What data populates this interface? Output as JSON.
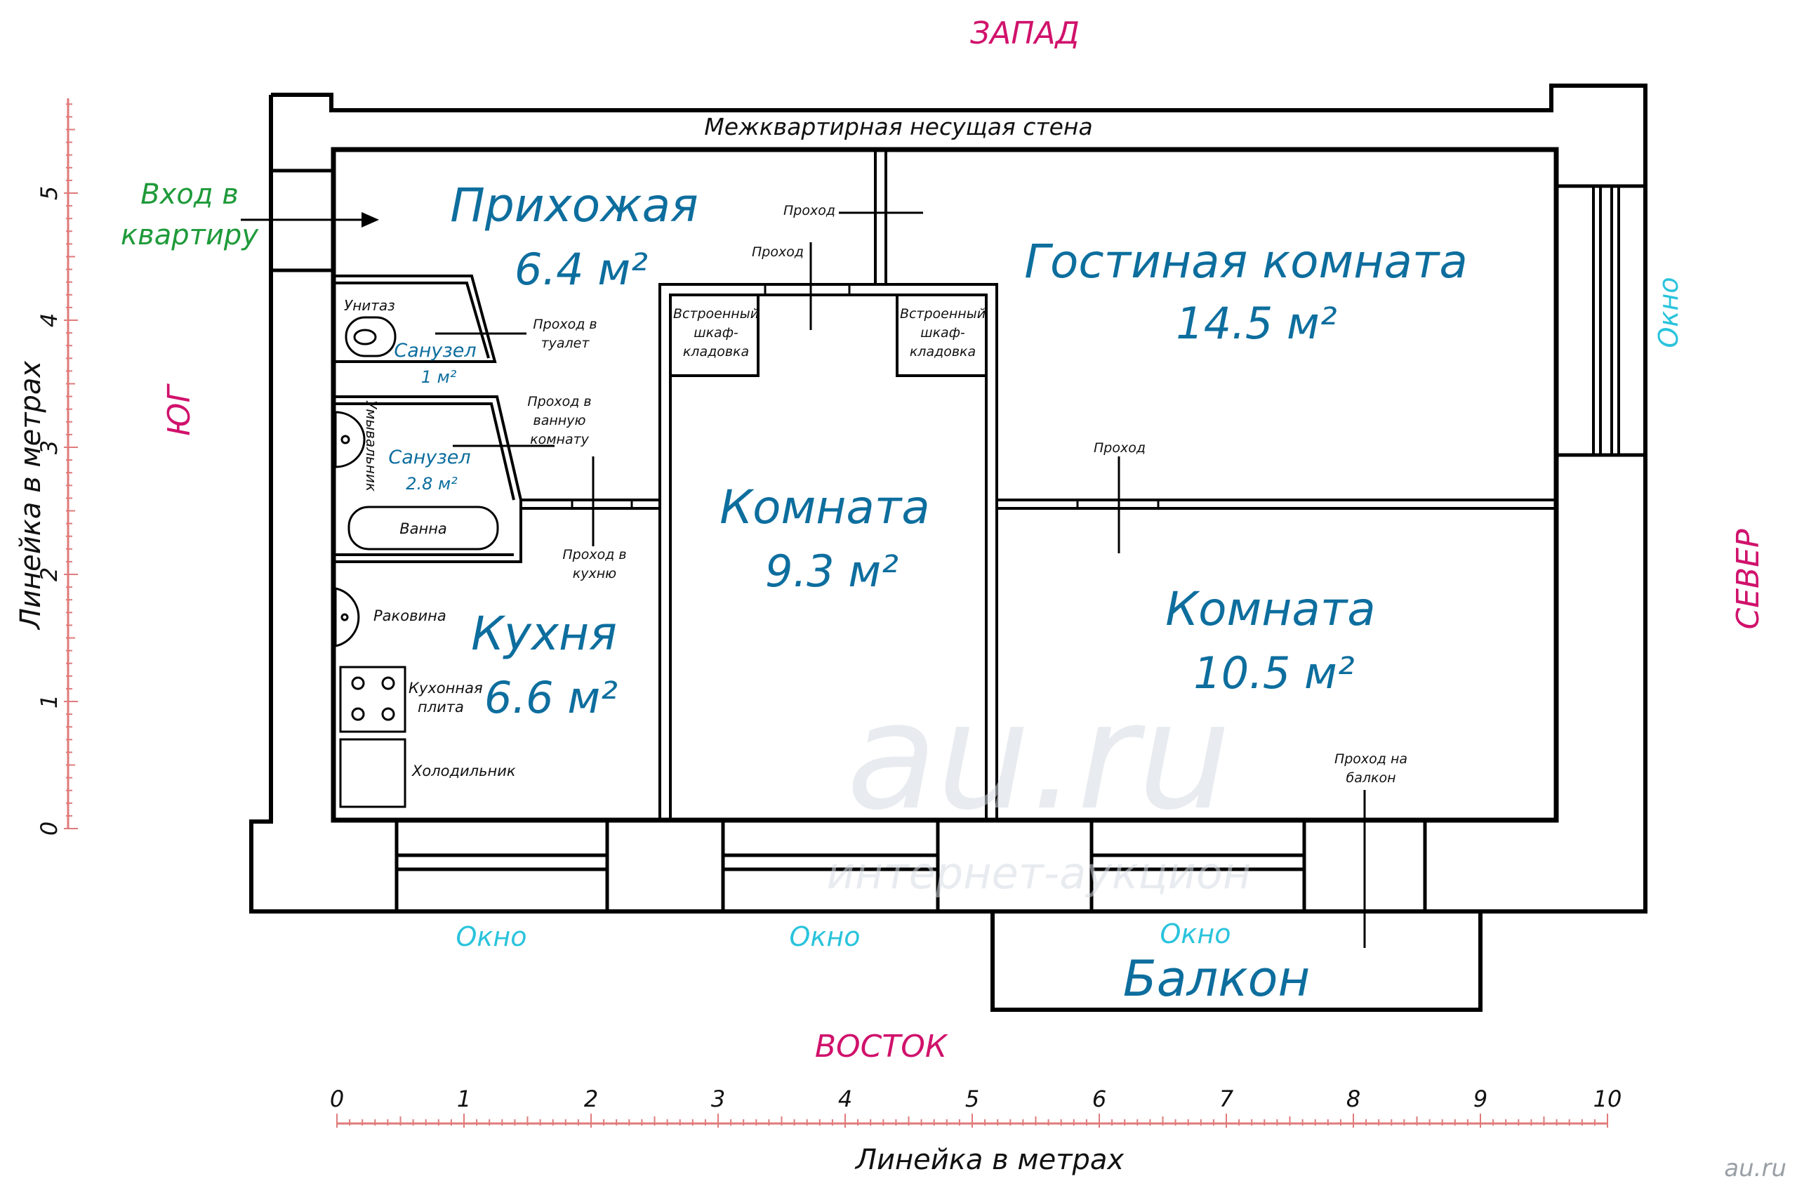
{
  "directions": {
    "west": "ЗАПАД",
    "east": "ВОСТОК",
    "south": "ЮГ",
    "north": "СЕВЕР"
  },
  "bearing_wall": "Межквартирная несущая стена",
  "entrance": {
    "line1": "Вход в",
    "line2": "квартиру"
  },
  "rooms": {
    "hallway": {
      "name": "Прихожая",
      "area": "6.4 м²"
    },
    "living": {
      "name": "Гостиная комната",
      "area": "14.5 м²"
    },
    "room_mid": {
      "name": "Комната",
      "area": "9.3 м²"
    },
    "kitchen": {
      "name": "Кухня",
      "area": "6.6 м²"
    },
    "room_right": {
      "name": "Комната",
      "area": "10.5 м²"
    },
    "toilet": {
      "name": "Санузел",
      "area": "1 м²"
    },
    "bathroom": {
      "name": "Санузел",
      "area": "2.8 м²"
    },
    "balcony": {
      "name": "Балкон"
    }
  },
  "fixtures": {
    "toilet_bowl": "Унитаз",
    "washbasin": "Умывальник",
    "bathtub": "Ванна",
    "sink": "Раковина",
    "stove": {
      "line1": "Кухонная",
      "line2": "плита"
    },
    "fridge": "Холодильник",
    "closet_left": {
      "line1": "Встроенный",
      "line2": "шкаф-",
      "line3": "кладовка"
    },
    "closet_right": {
      "line1": "Встроенный",
      "line2": "шкаф-",
      "line3": "кладовка"
    }
  },
  "passages": {
    "top": "Проход",
    "hall": "Проход",
    "to_toilet": {
      "line1": "Проход в",
      "line2": "туалет"
    },
    "to_bathroom": {
      "line1": "Проход в",
      "line2": "ванную",
      "line3": "комнату"
    },
    "to_kitchen": {
      "line1": "Проход в",
      "line2": "кухню"
    },
    "right": "Проход",
    "to_balcony": {
      "line1": "Проход на",
      "line2": "балкон"
    }
  },
  "windows": {
    "bottom_left": "Окно",
    "bottom_mid": "Окно",
    "balcony": "Окно",
    "right": "Окно"
  },
  "rulers": {
    "horizontal_label": "Линейка в метрах",
    "vertical_label": "Линейка в метрах",
    "horizontal_ticks": [
      "0",
      "1",
      "2",
      "3",
      "4",
      "5",
      "6",
      "7",
      "8",
      "9",
      "10"
    ],
    "vertical_ticks": [
      "0",
      "1",
      "2",
      "3",
      "4",
      "5"
    ]
  },
  "watermark": {
    "line1": "au.ru",
    "line2": "интернет-аукцион"
  },
  "corner_mark": "au.ru",
  "colors": {
    "room_text": "#0d6e9e",
    "window_text": "#29c3dc",
    "direction_text": "#d0126c",
    "entrance_text": "#1f9a3a",
    "ruler": "#e07a7a"
  }
}
